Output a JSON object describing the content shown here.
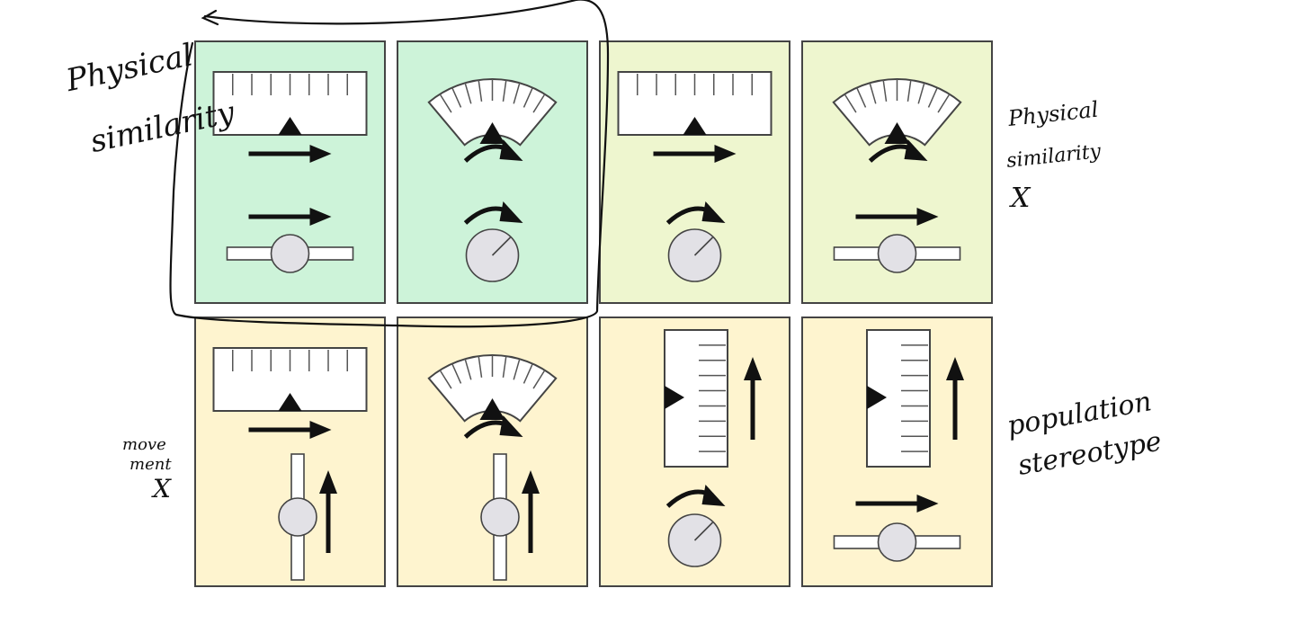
{
  "colors": {
    "green_panel": "#cdf3d9",
    "lime_panel": "#eef6cf",
    "yellow_panel": "#fef4cf",
    "panel_border": "#444444",
    "display_face": "#ffffff",
    "knob_fill": "#e2e1e6",
    "ink": "#111111"
  },
  "panels": [
    {
      "row": 1,
      "col": 1,
      "color": "green",
      "display": "horizontal-scale",
      "display_arrow": "right-arrow",
      "control_arrow": "right-arrow",
      "control": "horizontal-slider"
    },
    {
      "row": 1,
      "col": 2,
      "color": "green",
      "display": "arc-meter",
      "display_arrow": "clockwise-arrow",
      "control_arrow": "clockwise-arrow",
      "control": "rotary-knob"
    },
    {
      "row": 1,
      "col": 3,
      "color": "lime",
      "display": "horizontal-scale",
      "display_arrow": "right-arrow",
      "control_arrow": "clockwise-arrow",
      "control": "rotary-knob"
    },
    {
      "row": 1,
      "col": 4,
      "color": "lime",
      "display": "arc-meter",
      "display_arrow": "clockwise-arrow",
      "control_arrow": "right-arrow",
      "control": "horizontal-slider"
    },
    {
      "row": 2,
      "col": 1,
      "color": "yellow",
      "display": "horizontal-scale",
      "display_arrow": "right-arrow",
      "control_arrow": "up-arrow",
      "control": "vertical-slider"
    },
    {
      "row": 2,
      "col": 2,
      "color": "yellow",
      "display": "arc-meter",
      "display_arrow": "clockwise-arrow",
      "control_arrow": "up-arrow",
      "control": "vertical-slider"
    },
    {
      "row": 2,
      "col": 3,
      "color": "yellow",
      "display": "vertical-scale",
      "display_arrow": "up-arrow",
      "control_arrow": "clockwise-arrow",
      "control": "rotary-knob"
    },
    {
      "row": 2,
      "col": 4,
      "color": "yellow",
      "display": "vertical-scale",
      "display_arrow": "up-arrow",
      "control_arrow": "right-arrow",
      "control": "horizontal-slider"
    }
  ],
  "annotations": {
    "top_left_line1": "Physical",
    "top_left_line2": "similarity",
    "right_top_line1": "Physical",
    "right_top_line2": "similarity",
    "right_top_mark": "X",
    "left_bottom_line1": "move",
    "left_bottom_line2": "ment",
    "left_bottom_mark": "X",
    "right_bottom_line1": "population",
    "right_bottom_line2": "stereotype"
  }
}
